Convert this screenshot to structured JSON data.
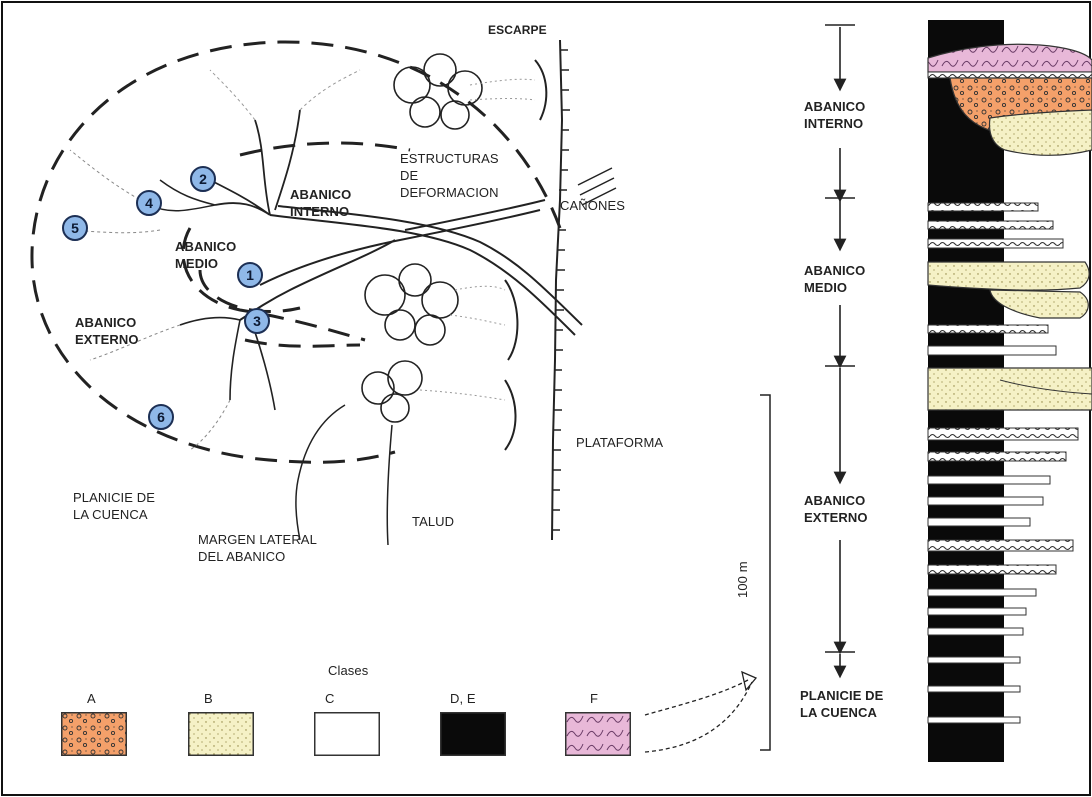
{
  "colors": {
    "class_a": "#f4a06a",
    "class_b": "#f5f1c6",
    "class_c": "#ffffff",
    "class_de": "#0a0a0a",
    "class_f": "#e8b8d8",
    "marker_fill": "#8fb8e8",
    "marker_border": "#1c2f54"
  },
  "map": {
    "escarpe": "ESCARPE",
    "estructuras": "ESTRUCTURAS\nDE\nDEFORMACION",
    "canones": "CAÑONES",
    "abanico_interno": "ABANICO\nINTERNO",
    "abanico_medio": "ABANICO\nMEDIO",
    "abanico_externo": "ABANICO\nEXTERNO",
    "plataforma": "PLATAFORMA",
    "planicie": "PLANICIE DE\nLA CUENCA",
    "margen": "MARGEN LATERAL\nDEL ABANICO",
    "talud": "TALUD"
  },
  "markers": [
    "1",
    "2",
    "3",
    "4",
    "5",
    "6"
  ],
  "legend": {
    "title": "Clases",
    "a": "A",
    "b": "B",
    "c": "C",
    "de": "D, E",
    "f": "F"
  },
  "column": {
    "interno": "ABANICO\nINTERNO",
    "medio": "ABANICO\nMEDIO",
    "externo": "ABANICO\nEXTERNO",
    "planicie": "PLANICIE DE\nLA CUENCA",
    "scale": "100 m"
  }
}
